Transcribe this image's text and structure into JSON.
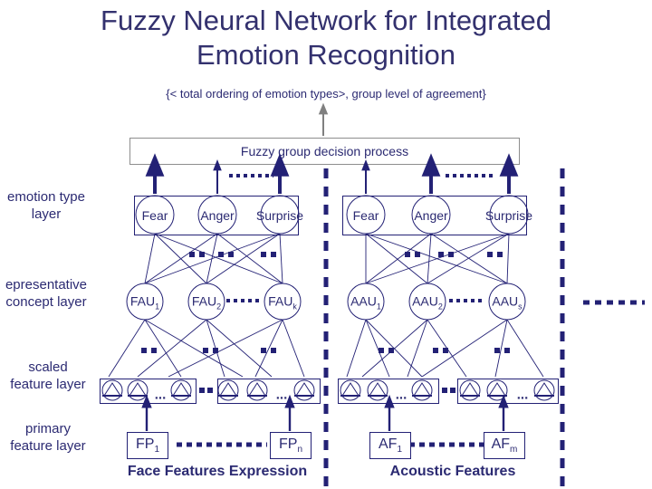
{
  "title": {
    "line1": "Fuzzy Neural Network for Integrated",
    "line2": "Emotion Recognition"
  },
  "output_annotation": "{< total ordering of emotion types>, group level of agreement}",
  "decision_process": {
    "label": "Fuzzy group decision process"
  },
  "layer_labels": [
    {
      "name": "emotion-type-layer",
      "line1": "emotion type",
      "line2": "layer"
    },
    {
      "name": "representative-concept-layer",
      "line1": "epresentative",
      "line2": "concept layer"
    },
    {
      "name": "scaled-feature-layer",
      "line1": "scaled",
      "line2": "feature layer"
    },
    {
      "name": "primary-feature-layer",
      "line1": "primary",
      "line2": "feature layer"
    }
  ],
  "modalities": [
    {
      "name": "face",
      "caption": "Face Features Expression",
      "emotions": [
        "Fear",
        "Anger",
        "Surprise"
      ],
      "concepts": [
        {
          "base": "FAU",
          "sub": "1"
        },
        {
          "base": "FAU",
          "sub": "2"
        },
        {
          "base": "FAU",
          "sub": "k"
        }
      ],
      "primary": [
        {
          "base": "FP",
          "sub": "1"
        },
        {
          "base": "FP",
          "sub": "n"
        }
      ]
    },
    {
      "name": "acoustic",
      "caption": "Acoustic Features",
      "emotions": [
        "Fear",
        "Anger",
        "Surprise"
      ],
      "concepts": [
        {
          "base": "AAU",
          "sub": "1"
        },
        {
          "base": "AAU",
          "sub": "2"
        },
        {
          "base": "AAU",
          "sub": "s"
        }
      ],
      "primary": [
        {
          "base": "AF",
          "sub": "1"
        },
        {
          "base": "AF",
          "sub": "m"
        }
      ]
    }
  ],
  "ellipsis": {
    "glyph": "...",
    "dots": "••"
  },
  "colors": {
    "ink": "#232175",
    "text": "#2b2a72",
    "title": "#33316e",
    "gray_border": "#8d8d8d",
    "gray_arrow": "#808080",
    "white": "#ffffff"
  }
}
